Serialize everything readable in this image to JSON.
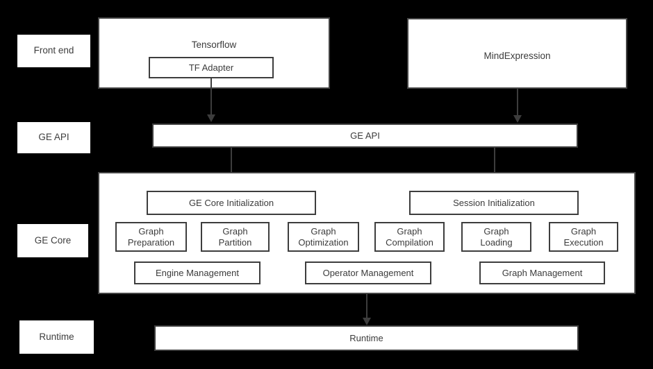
{
  "diagram": {
    "background_color": "#000000",
    "box_fill_color": "#ffffff",
    "box_border_color": "#3d3d3d",
    "text_color": "#3b3b3b"
  },
  "layers": [
    {
      "label": "Front end"
    },
    {
      "label": "GE API"
    },
    {
      "label": "GE Core"
    },
    {
      "label": "Runtime"
    }
  ],
  "frontend": {
    "tensorflow": {
      "title": "Tensorflow",
      "child": "TF Adapter"
    },
    "mindexpression": {
      "title": "MindExpression"
    }
  },
  "ge_api": {
    "label": "GE API"
  },
  "ge_core": {
    "init_blocks": [
      {
        "label": "GE Core Initialization"
      },
      {
        "label": "Session Initialization"
      }
    ],
    "modules": [
      {
        "label": "Graph\nPreparation"
      },
      {
        "label": "Graph\nPartition"
      },
      {
        "label": "Graph\nOptimization"
      },
      {
        "label": "Graph\nCompilation"
      },
      {
        "label": "Graph\nLoading"
      },
      {
        "label": "Graph\nExecution"
      }
    ],
    "managers": [
      {
        "label": "Engine Management"
      },
      {
        "label": "Operator Management"
      },
      {
        "label": "Graph Management"
      }
    ]
  },
  "runtime": {
    "label": "Runtime"
  },
  "connectors": [
    {
      "name": "tf-adapter-to-ge-api"
    },
    {
      "name": "mindexpression-to-ge-api"
    },
    {
      "name": "ge-api-to-ge-core-initialization"
    },
    {
      "name": "ge-api-to-session-initialization"
    },
    {
      "name": "ge-core-to-runtime"
    }
  ]
}
